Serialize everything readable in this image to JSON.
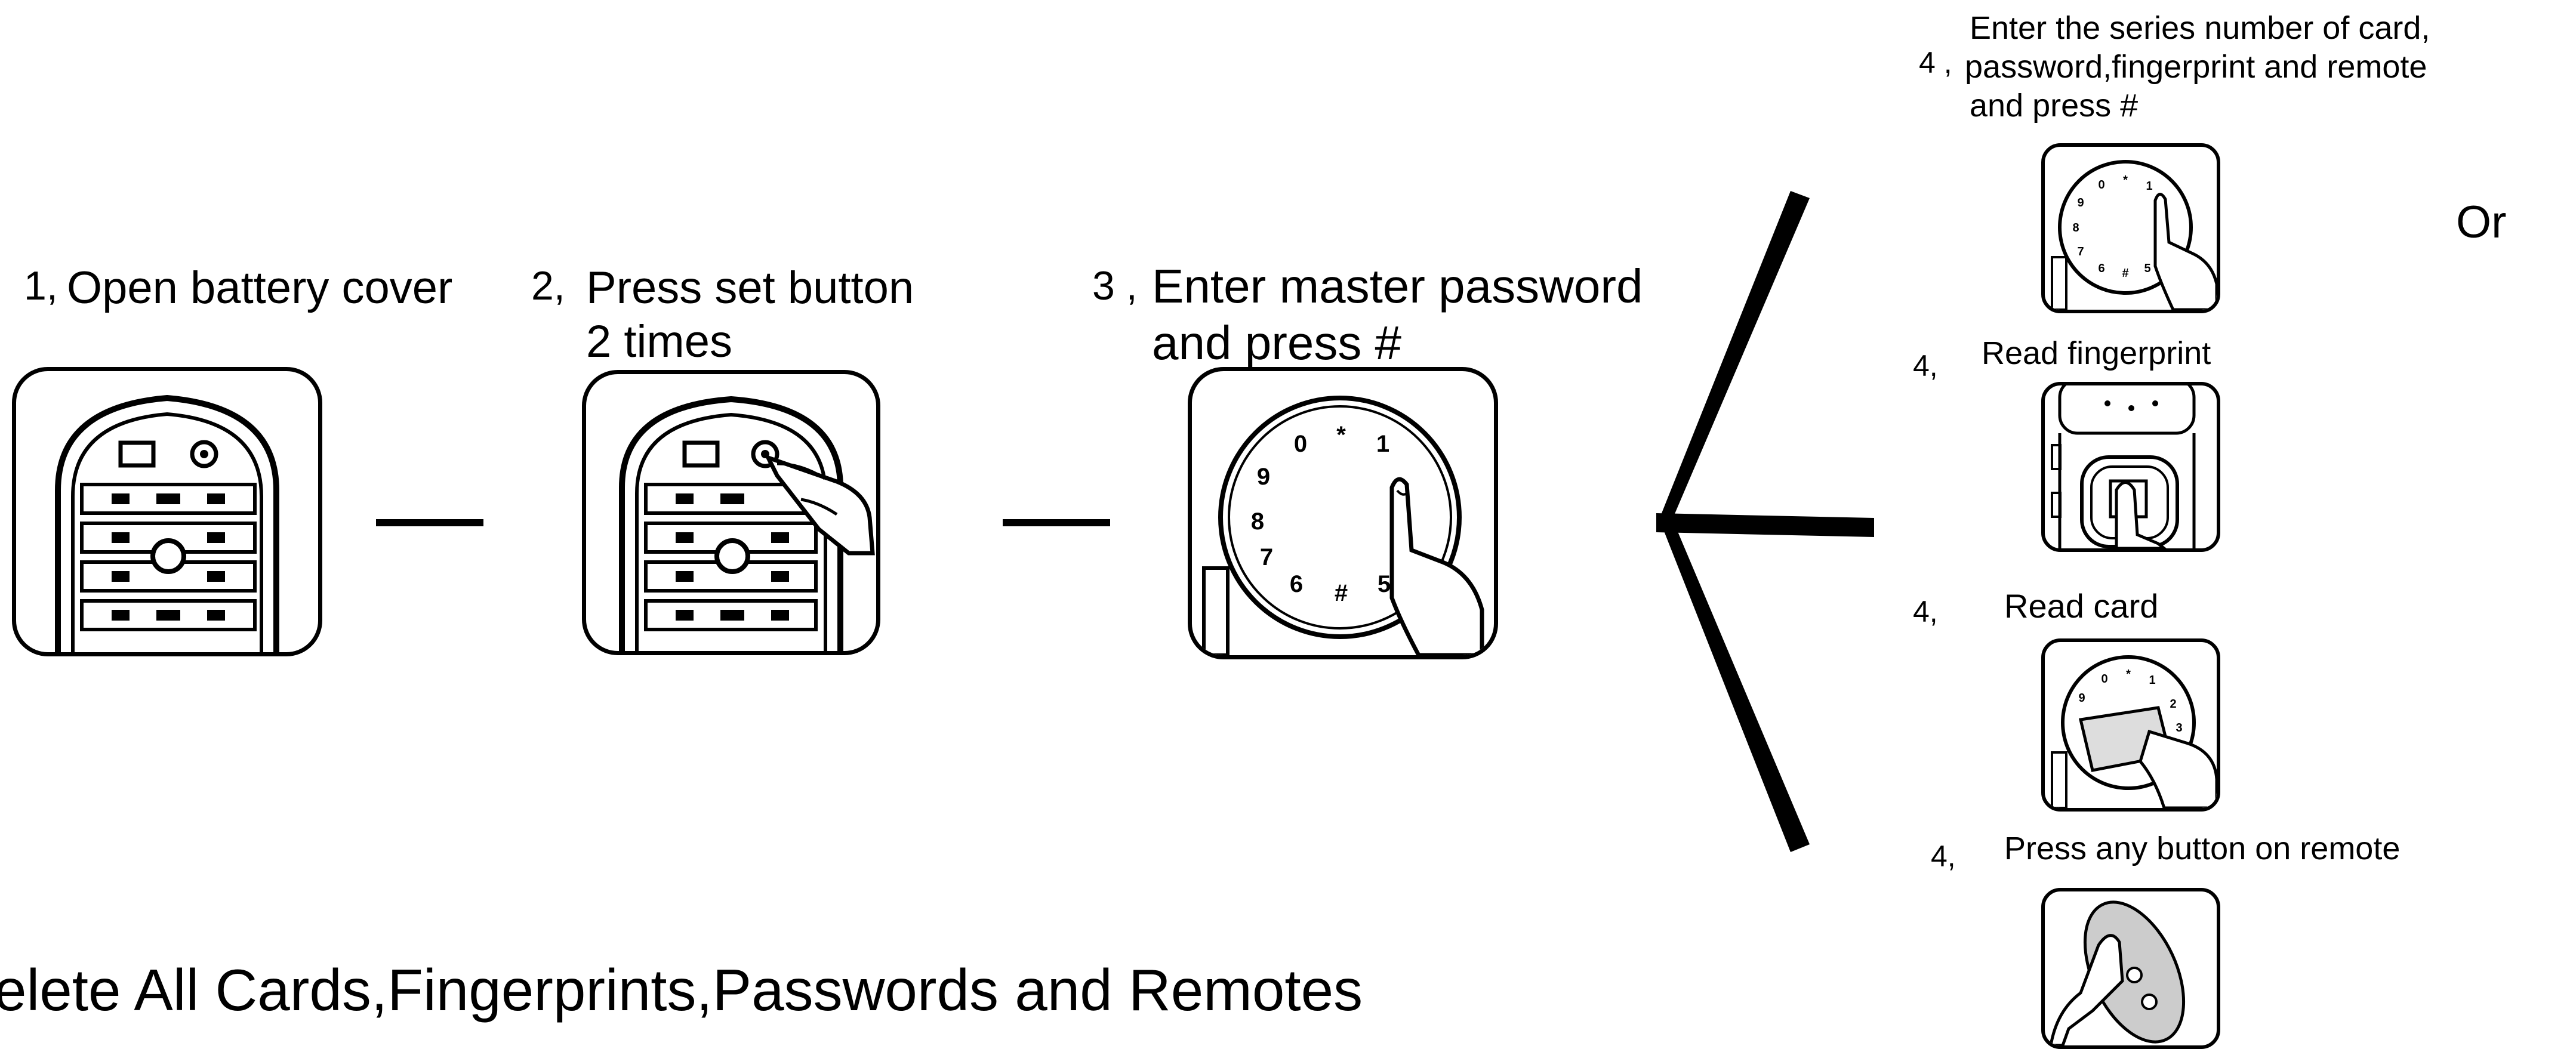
{
  "steps": [
    {
      "num": "1,",
      "text": "Open battery cover"
    },
    {
      "num": "2,",
      "line1": "Press set button",
      "line2": "2 times"
    },
    {
      "num": "3 ,",
      "line1": "Enter master password",
      "line2": "and press #"
    }
  ],
  "options": [
    {
      "num": "4 ,",
      "line1": "Enter the series number of card,",
      "line2": "password,fingerprint and remote",
      "line3": "and press #"
    },
    {
      "num": "4,",
      "text": "Read fingerprint"
    },
    {
      "num": "4,",
      "text": "Read card"
    },
    {
      "num": "4,",
      "text": "Press any button on remote"
    }
  ],
  "or_label": "Or",
  "footer_title": "elete All Cards,Fingerprints,Passwords and Remotes",
  "keypad_digits_large": [
    "0",
    "*",
    "1",
    "9",
    "8",
    "7",
    "6",
    "#",
    "5"
  ],
  "keypad_digits_small": [
    "0",
    "*",
    "1",
    "9",
    "8",
    "7",
    "6",
    "#",
    "5"
  ]
}
